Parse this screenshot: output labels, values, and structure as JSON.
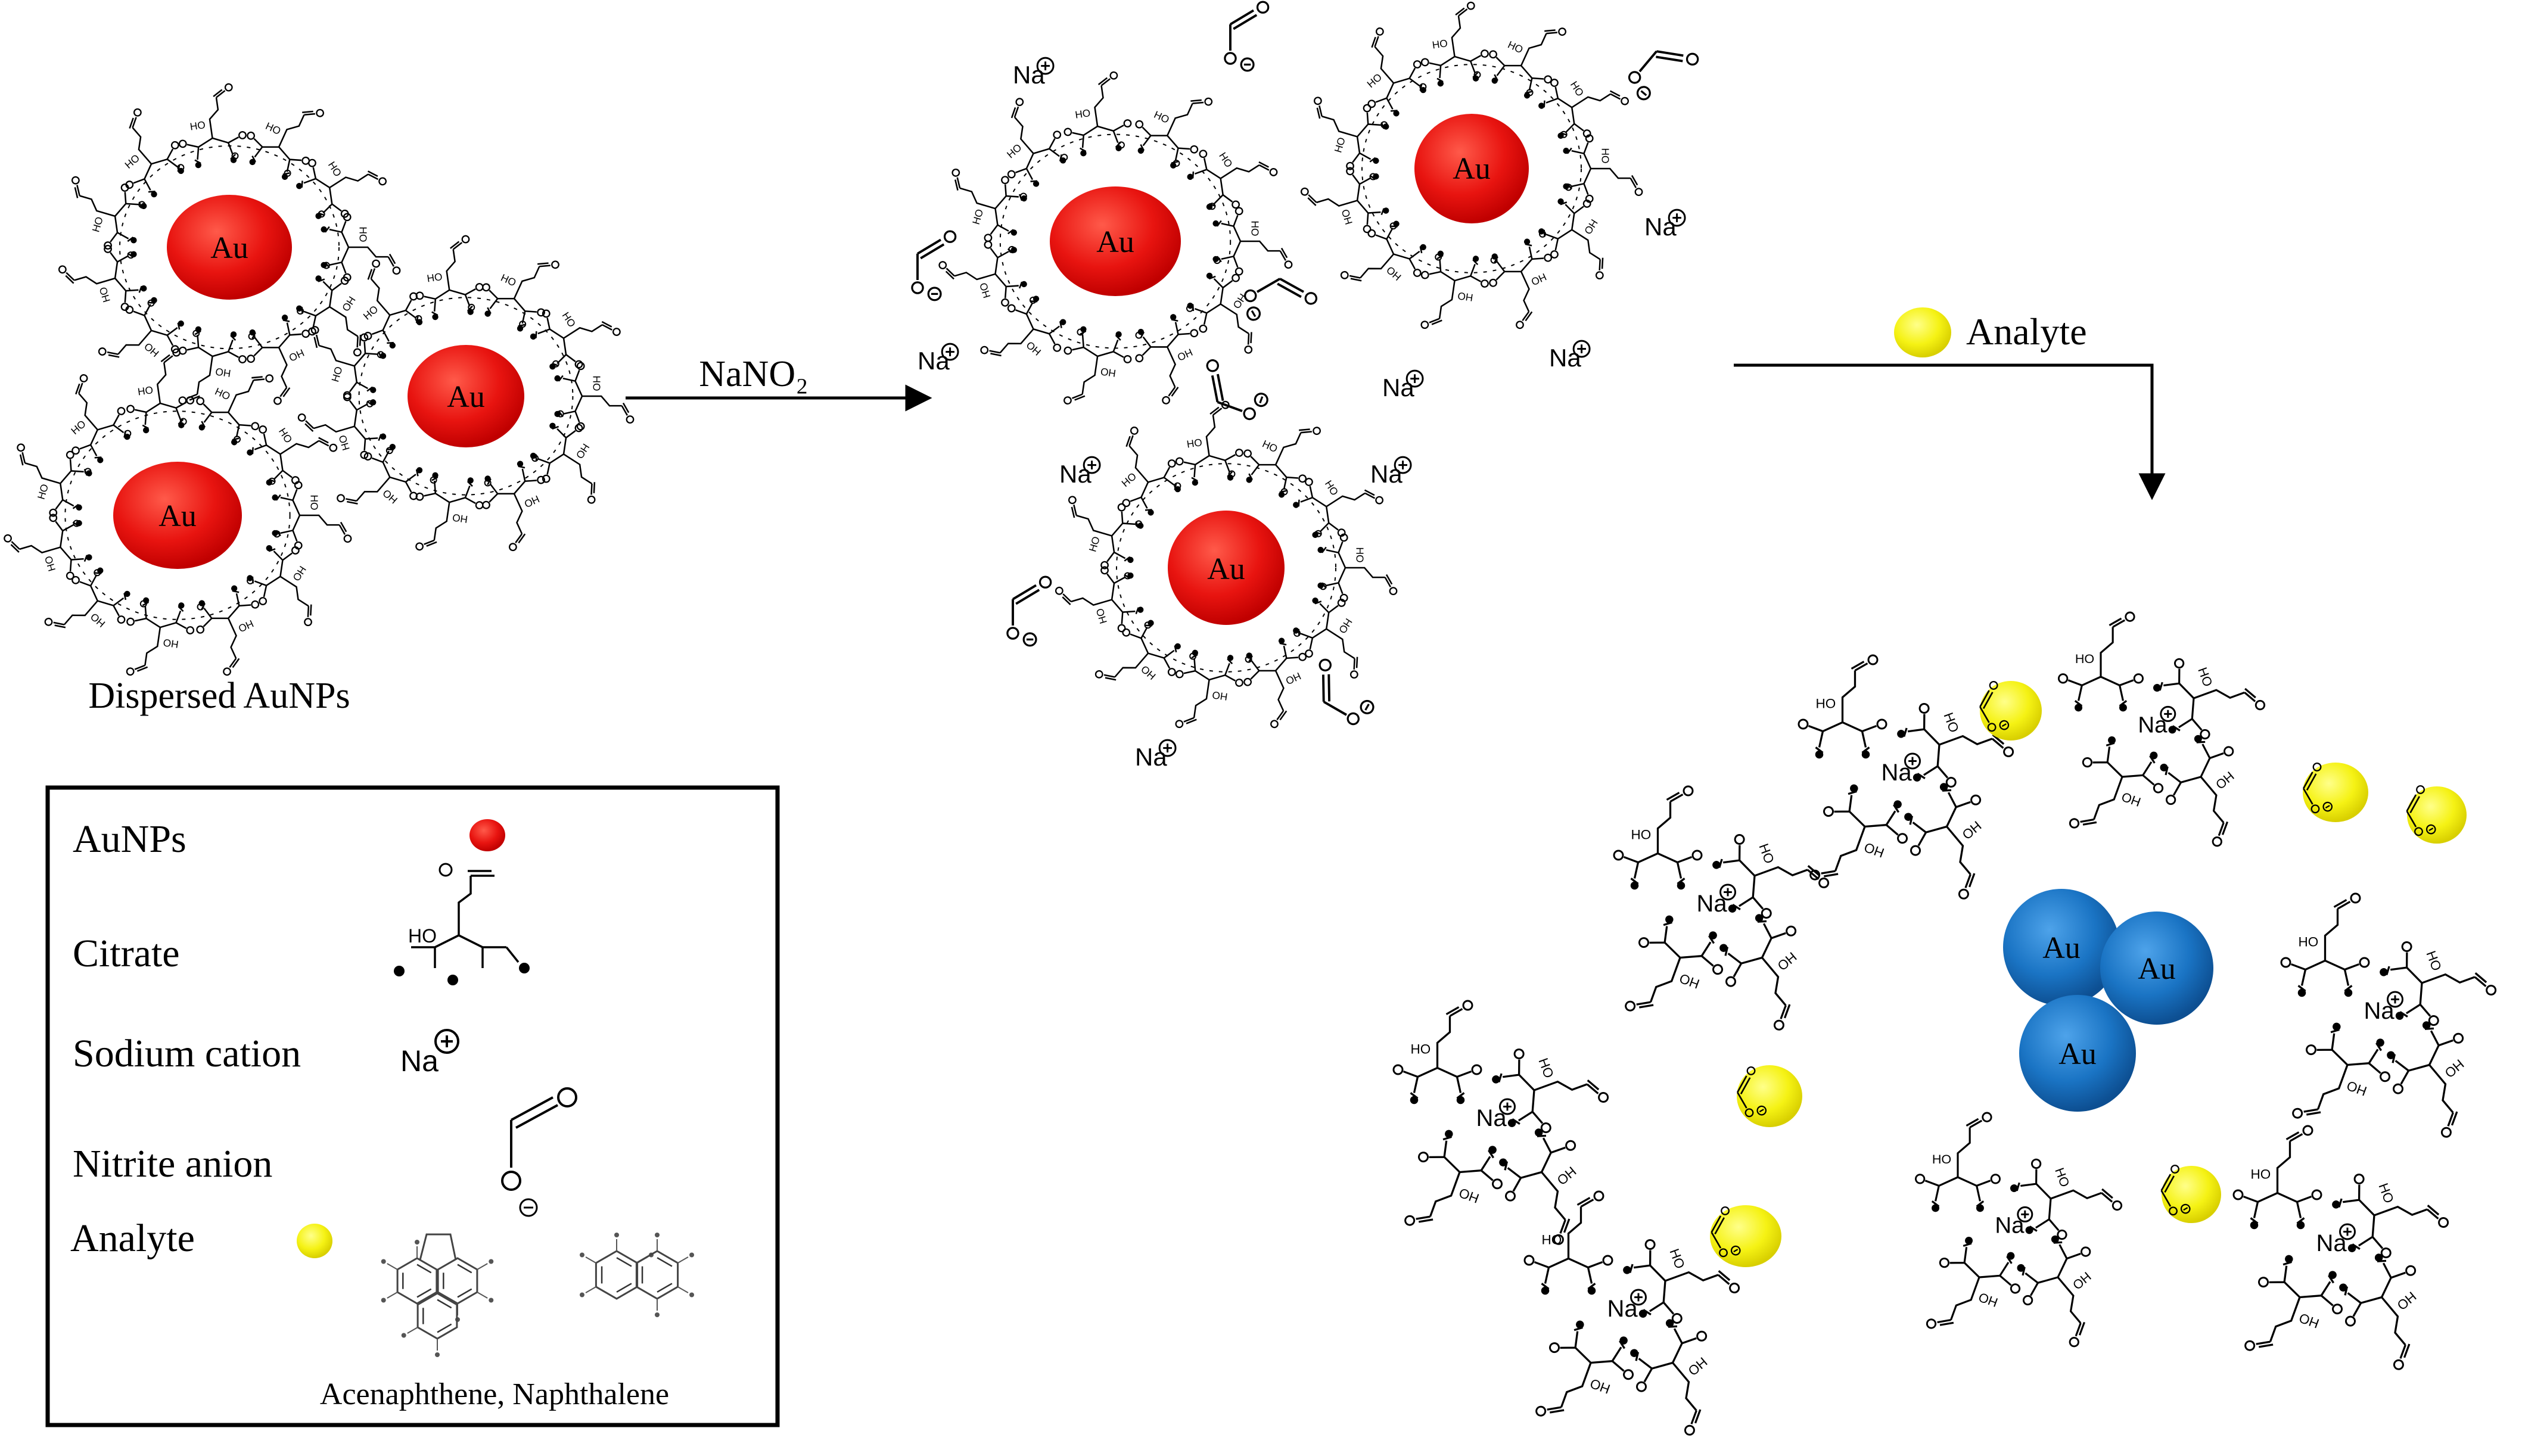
{
  "reagent_label": "NaNO₂",
  "analyte_step_label": "Analyte",
  "dispersed_caption": "Dispersed AuNPs",
  "particle_label": "Au",
  "sodium_label": "Na",
  "hydroxyl_label": "HO",
  "legend": {
    "items": [
      {
        "label": "AuNPs"
      },
      {
        "label": "Citrate"
      },
      {
        "label": "Sodium cation"
      },
      {
        "label": "Nitrite anion"
      },
      {
        "label": "Analyte"
      }
    ],
    "analyte_examples": "Acenaphthene,  Naphthalene"
  },
  "colors": {
    "gold_dispersed": "#ee1111",
    "gold_aggregated": "#1a74c4",
    "analyte": "#f2ef12",
    "line": "#000000"
  },
  "icons": [
    "red-nanoparticle-icon",
    "citrate-structure-icon",
    "sodium-cation-icon",
    "nitrite-structure-icon",
    "analyte-sphere-icon",
    "acenaphthene-structure-icon",
    "naphthalene-structure-icon"
  ]
}
